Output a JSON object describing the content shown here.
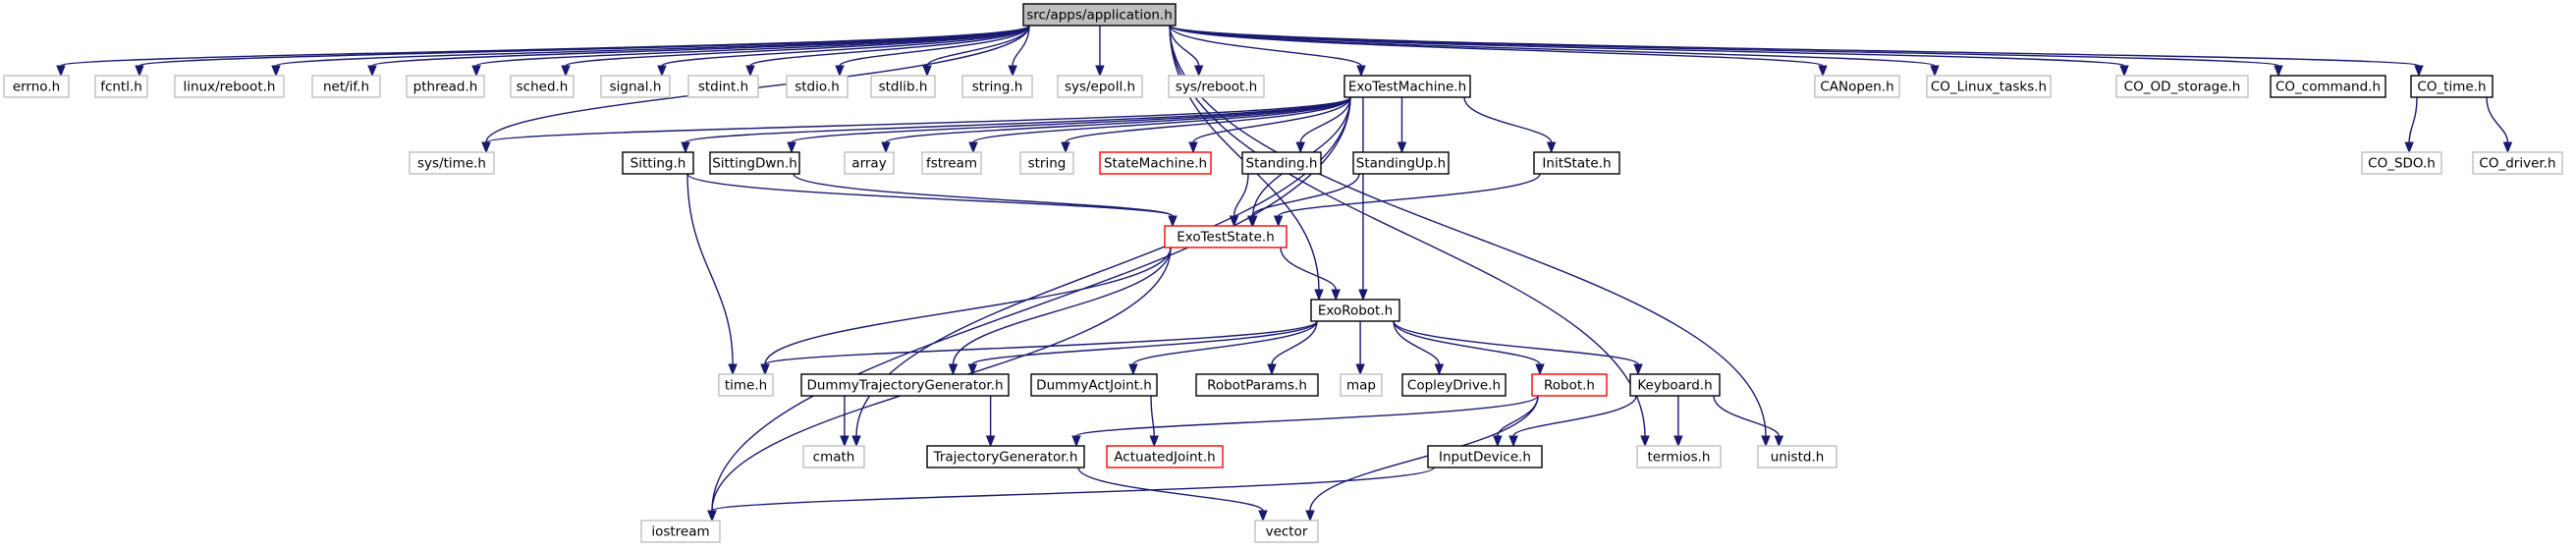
{
  "graph": {
    "edge_color": "#191970",
    "nodes": [
      {
        "id": "application",
        "label": "src/apps/application.h",
        "style": "root"
      },
      {
        "id": "errno",
        "label": "errno.h",
        "style": "grey"
      },
      {
        "id": "fcntl",
        "label": "fcntl.h",
        "style": "grey"
      },
      {
        "id": "reboot_linux",
        "label": "linux/reboot.h",
        "style": "grey"
      },
      {
        "id": "netif",
        "label": "net/if.h",
        "style": "grey"
      },
      {
        "id": "pthread",
        "label": "pthread.h",
        "style": "grey"
      },
      {
        "id": "sched",
        "label": "sched.h",
        "style": "grey"
      },
      {
        "id": "signal",
        "label": "signal.h",
        "style": "grey"
      },
      {
        "id": "stdint",
        "label": "stdint.h",
        "style": "grey"
      },
      {
        "id": "stdio",
        "label": "stdio.h",
        "style": "grey"
      },
      {
        "id": "stdlib",
        "label": "stdlib.h",
        "style": "grey"
      },
      {
        "id": "string_h",
        "label": "string.h",
        "style": "grey"
      },
      {
        "id": "epoll",
        "label": "sys/epoll.h",
        "style": "grey"
      },
      {
        "id": "sysreboot",
        "label": "sys/reboot.h",
        "style": "grey"
      },
      {
        "id": "exotestmachine",
        "label": "ExoTestMachine.h",
        "style": "normal"
      },
      {
        "id": "canopen",
        "label": "CANopen.h",
        "style": "grey"
      },
      {
        "id": "linuxtasks",
        "label": "CO_Linux_tasks.h",
        "style": "grey"
      },
      {
        "id": "odstorage",
        "label": "CO_OD_storage.h",
        "style": "grey"
      },
      {
        "id": "cocommand",
        "label": "CO_command.h",
        "style": "normal"
      },
      {
        "id": "cotime",
        "label": "CO_time.h",
        "style": "normal"
      },
      {
        "id": "systime",
        "label": "sys/time.h",
        "style": "grey"
      },
      {
        "id": "sitting",
        "label": "Sitting.h",
        "style": "normal"
      },
      {
        "id": "sittingdwn",
        "label": "SittingDwn.h",
        "style": "normal"
      },
      {
        "id": "array",
        "label": "array",
        "style": "grey"
      },
      {
        "id": "fstream",
        "label": "fstream",
        "style": "grey"
      },
      {
        "id": "string",
        "label": "string",
        "style": "grey"
      },
      {
        "id": "statemachine",
        "label": "StateMachine.h",
        "style": "red"
      },
      {
        "id": "standing",
        "label": "Standing.h",
        "style": "normal"
      },
      {
        "id": "standingup",
        "label": "StandingUp.h",
        "style": "normal"
      },
      {
        "id": "initstate",
        "label": "InitState.h",
        "style": "normal"
      },
      {
        "id": "cosdo",
        "label": "CO_SDO.h",
        "style": "grey"
      },
      {
        "id": "codriver",
        "label": "CO_driver.h",
        "style": "grey"
      },
      {
        "id": "exoteststate",
        "label": "ExoTestState.h",
        "style": "red"
      },
      {
        "id": "exorobot",
        "label": "ExoRobot.h",
        "style": "normal"
      },
      {
        "id": "timeh",
        "label": "time.h",
        "style": "grey"
      },
      {
        "id": "dummytraj",
        "label": "DummyTrajectoryGenerator.h",
        "style": "normal"
      },
      {
        "id": "dummyact",
        "label": "DummyActJoint.h",
        "style": "normal"
      },
      {
        "id": "robotparams",
        "label": "RobotParams.h",
        "style": "normal"
      },
      {
        "id": "map",
        "label": "map",
        "style": "grey"
      },
      {
        "id": "copley",
        "label": "CopleyDrive.h",
        "style": "normal"
      },
      {
        "id": "robot",
        "label": "Robot.h",
        "style": "red"
      },
      {
        "id": "keyboard",
        "label": "Keyboard.h",
        "style": "normal"
      },
      {
        "id": "cmath",
        "label": "cmath",
        "style": "grey"
      },
      {
        "id": "trajgen",
        "label": "TrajectoryGenerator.h",
        "style": "normal"
      },
      {
        "id": "actuatedjoint",
        "label": "ActuatedJoint.h",
        "style": "red"
      },
      {
        "id": "inputdevice",
        "label": "InputDevice.h",
        "style": "normal"
      },
      {
        "id": "termios",
        "label": "termios.h",
        "style": "grey"
      },
      {
        "id": "unistd",
        "label": "unistd.h",
        "style": "grey"
      },
      {
        "id": "iostream",
        "label": "iostream",
        "style": "grey"
      },
      {
        "id": "vector",
        "label": "vector",
        "style": "grey"
      }
    ],
    "edges": [
      [
        "application",
        "errno"
      ],
      [
        "application",
        "fcntl"
      ],
      [
        "application",
        "reboot_linux"
      ],
      [
        "application",
        "netif"
      ],
      [
        "application",
        "pthread"
      ],
      [
        "application",
        "sched"
      ],
      [
        "application",
        "signal"
      ],
      [
        "application",
        "stdint"
      ],
      [
        "application",
        "stdio"
      ],
      [
        "application",
        "stdlib"
      ],
      [
        "application",
        "string_h"
      ],
      [
        "application",
        "epoll"
      ],
      [
        "application",
        "sysreboot"
      ],
      [
        "application",
        "exotestmachine"
      ],
      [
        "application",
        "canopen"
      ],
      [
        "application",
        "linuxtasks"
      ],
      [
        "application",
        "odstorage"
      ],
      [
        "application",
        "cocommand"
      ],
      [
        "application",
        "cotime"
      ],
      [
        "application",
        "systime"
      ],
      [
        "application",
        "unistd"
      ],
      [
        "application",
        "termios"
      ],
      [
        "application",
        "exorobot"
      ],
      [
        "exotestmachine",
        "systime"
      ],
      [
        "exotestmachine",
        "sitting"
      ],
      [
        "exotestmachine",
        "sittingdwn"
      ],
      [
        "exotestmachine",
        "array"
      ],
      [
        "exotestmachine",
        "fstream"
      ],
      [
        "exotestmachine",
        "string"
      ],
      [
        "exotestmachine",
        "statemachine"
      ],
      [
        "exotestmachine",
        "standing"
      ],
      [
        "exotestmachine",
        "standingup"
      ],
      [
        "exotestmachine",
        "initstate"
      ],
      [
        "exotestmachine",
        "exoteststate"
      ],
      [
        "exotestmachine",
        "exorobot"
      ],
      [
        "exotestmachine",
        "cmath"
      ],
      [
        "exotestmachine",
        "iostream"
      ],
      [
        "cotime",
        "cosdo"
      ],
      [
        "cotime",
        "codriver"
      ],
      [
        "sitting",
        "exoteststate"
      ],
      [
        "sitting",
        "timeh"
      ],
      [
        "sittingdwn",
        "exoteststate"
      ],
      [
        "standing",
        "exoteststate"
      ],
      [
        "standingup",
        "exoteststate"
      ],
      [
        "initstate",
        "exoteststate"
      ],
      [
        "exoteststate",
        "exorobot"
      ],
      [
        "exoteststate",
        "timeh"
      ],
      [
        "exoteststate",
        "dummytraj"
      ],
      [
        "exoteststate",
        "iostream"
      ],
      [
        "exorobot",
        "timeh"
      ],
      [
        "exorobot",
        "dummytraj"
      ],
      [
        "exorobot",
        "dummyact"
      ],
      [
        "exorobot",
        "robotparams"
      ],
      [
        "exorobot",
        "map"
      ],
      [
        "exorobot",
        "copley"
      ],
      [
        "exorobot",
        "robot"
      ],
      [
        "exorobot",
        "keyboard"
      ],
      [
        "dummytraj",
        "cmath"
      ],
      [
        "dummytraj",
        "trajgen"
      ],
      [
        "dummyact",
        "actuatedjoint"
      ],
      [
        "robot",
        "trajgen"
      ],
      [
        "robot",
        "inputdevice"
      ],
      [
        "robot",
        "vector"
      ],
      [
        "keyboard",
        "inputdevice"
      ],
      [
        "keyboard",
        "termios"
      ],
      [
        "keyboard",
        "unistd"
      ],
      [
        "trajgen",
        "vector"
      ],
      [
        "inputdevice",
        "iostream"
      ]
    ]
  }
}
